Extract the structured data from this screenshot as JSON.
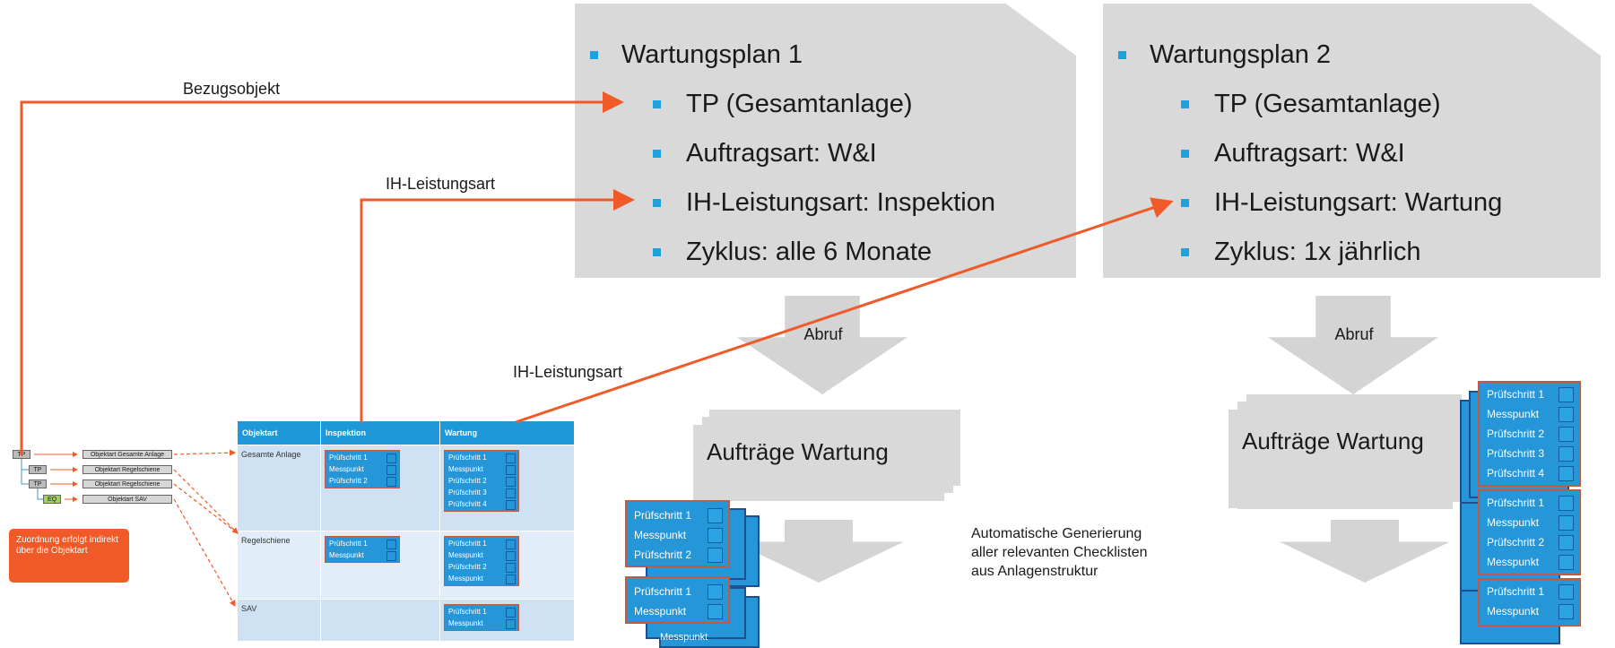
{
  "plan1": {
    "title": "Wartungsplan 1",
    "items": [
      "TP (Gesamtanlage)",
      "Auftragsart: W&I",
      "IH-Leistungsart: Inspektion",
      "Zyklus: alle 6 Monate"
    ]
  },
  "plan2": {
    "title": "Wartungsplan 2",
    "items": [
      "TP (Gesamtanlage)",
      "Auftragsart: W&I",
      "IH-Leistungsart: Wartung",
      "Zyklus: 1x jährlich"
    ]
  },
  "labels": {
    "bezugsobjekt": "Bezugsobjekt",
    "ih1": "IH-Leistungsart",
    "ih2": "IH-Leistungsart",
    "abruf1": "Abruf",
    "abruf2": "Abruf",
    "auftraege1": "Aufträge Wartung",
    "auftraege2": "Aufträge Wartung",
    "auto": [
      "Automatische Generierung",
      "aller relevanten Checklisten",
      "aus Anlagenstruktur"
    ]
  },
  "hierarchy": {
    "nodes": [
      "TP",
      "TP",
      "TP",
      "EQ"
    ],
    "types": [
      "Objektart Gesamte Anlage",
      "Objektart Regelschiene",
      "Objektart Regelschiene",
      "Objektart SAV"
    ],
    "note": "Zuordnung erfolgt indirekt über die Objektart"
  },
  "table": {
    "headers": [
      "Objektart",
      "Inspektion",
      "Wartung"
    ],
    "rows": [
      {
        "objektart": "Gesamte Anlage",
        "inspektion": [
          "Prüfschritt 1",
          "Messpunkt",
          "Prüfschritt 2"
        ],
        "wartung": [
          "Prüfschritt 1",
          "Messpunkt",
          "Prüfschritt 2",
          "Prüfschritt 3",
          "Prüfschritt 4"
        ]
      },
      {
        "objektart": "Regelschiene",
        "inspektion": [
          "Prüfschritt 1",
          "Messpunkt"
        ],
        "wartung": [
          "Prüfschritt 1",
          "Messpunkt",
          "Prüfschritt 2",
          "Messpunkt"
        ]
      },
      {
        "objektart": "SAV",
        "inspektion": [],
        "wartung": [
          "Prüfschritt 1",
          "Messpunkt"
        ]
      }
    ]
  },
  "cards_left": [
    [
      "Prüfschritt 1",
      "Messpunkt",
      "Prüfschritt 2"
    ],
    [
      "Prüfschritt 1",
      "Messpunkt"
    ]
  ],
  "cards_left_peek": "Messpunkt",
  "cards_right": [
    [
      "Prüfschritt 1",
      "Messpunkt",
      "Prüfschritt 2",
      "Prüfschritt 3",
      "Prüfschritt 4"
    ],
    [
      "Prüfschritt 1",
      "Messpunkt",
      "Prüfschritt 2",
      "Messpunkt"
    ],
    [
      "Prüfschritt 1",
      "Messpunkt"
    ]
  ],
  "colors": {
    "accent_orange": "#f05a28",
    "bullet_blue": "#1ea1dc",
    "plan_gray": "#d9d9d9",
    "card_blue": "#2596d8"
  }
}
